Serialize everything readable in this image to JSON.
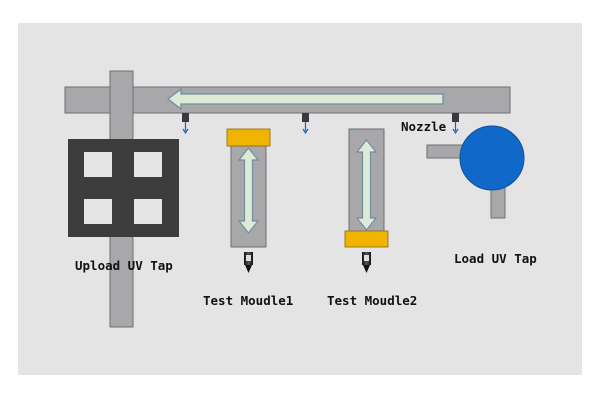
{
  "labels": {
    "nozzle": "Nozzle",
    "upload": "Upload UV Tap",
    "test1": "Test Moudle1",
    "test2": "Test Moudle2",
    "load": "Load UV Tap"
  },
  "colors": {
    "panel": "#e4e4e4",
    "rail_fill": "#a8a8ab",
    "rail_stroke": "#6e6e74",
    "arrow_fill": "#dcead6",
    "arrow_stroke": "#6f8fa0",
    "tray_fill": "#3c3c3c",
    "tray_cell": "#e4e4e4",
    "carrier": "#f0b400",
    "disk": "#1068c8",
    "nozzle": "#3a3a3a"
  },
  "icons": {
    "nozzles": "nozzle-icon",
    "probes": "probe-icon"
  }
}
